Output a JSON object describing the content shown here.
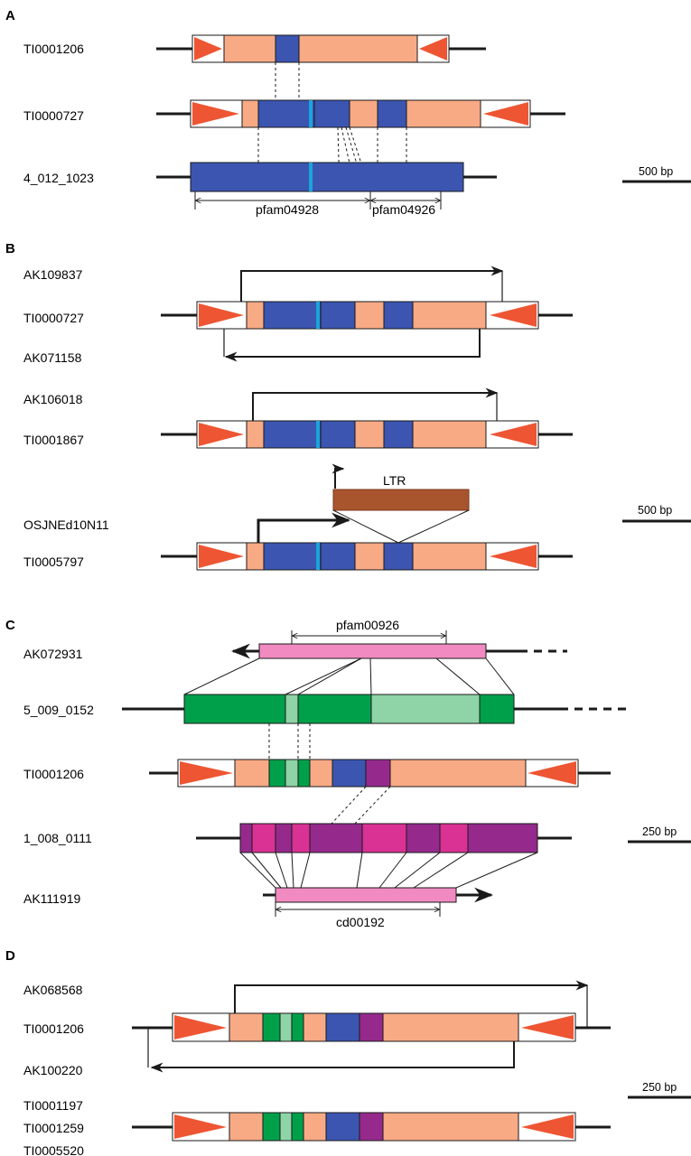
{
  "colors": {
    "pale": "#f8aa85",
    "blue": "#3b55b0",
    "cyan": "#1aa3dd",
    "tir": "#ee5533",
    "ltr": "#a8552e",
    "green": "#00a04a",
    "lightgreen": "#8ed4a6",
    "purple": "#952a8c",
    "magenta": "#d93194",
    "pink": "#f08ac1",
    "line": "#1a1a1a"
  },
  "panels": [
    {
      "letter": "A"
    },
    {
      "letter": "B"
    },
    {
      "letter": "C"
    },
    {
      "letter": "D"
    }
  ],
  "panel_a": {
    "rows": [
      "TI0001206",
      "TI0000727",
      "4_012_1023"
    ],
    "domains": [
      "pfam04928",
      "pfam04926"
    ],
    "scale": "500 bp"
  },
  "panel_b": {
    "labels": [
      "AK109837",
      "TI0000727",
      "AK071158",
      "AK106018",
      "TI0001867",
      "OSJNEd10N11",
      "TI0005797"
    ],
    "ltr": "LTR",
    "scale": "500 bp"
  },
  "panel_c": {
    "rows": [
      "AK072931",
      "5_009_0152",
      "TI0001206",
      "1_008_0111",
      "AK111919"
    ],
    "domains": [
      "pfam00926",
      "cd00192"
    ],
    "scale": "250 bp"
  },
  "panel_d": {
    "labels": [
      "AK068568",
      "TI0001206",
      "AK100220",
      "TI0001197",
      "TI0001259",
      "TI0005520"
    ],
    "scale": "250 bp"
  }
}
